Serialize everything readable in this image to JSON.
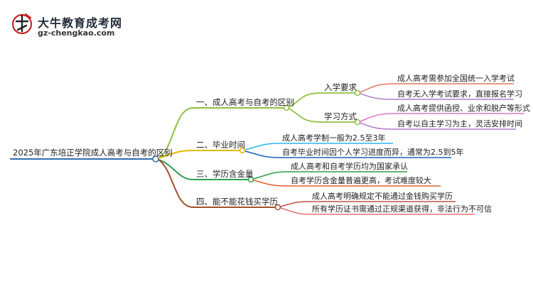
{
  "logo": {
    "title": "大牛教育成考网",
    "url": "gz-chengkao.com"
  },
  "mindmap": {
    "root": "2025年广东培正学院成人高考与自考的区别",
    "branches": [
      {
        "label": "一、成人高考与自考的区别",
        "color": "#8fbf3f",
        "children": [
          {
            "label": "入学要求",
            "color": "#8fbf3f",
            "leaves": [
              {
                "text": "成人高考需参加全国统一入学考试",
                "color": "#e07a5f"
              },
              {
                "text": "自考无入学考试要求，直接报名学习",
                "color": "#b07cc6"
              }
            ]
          },
          {
            "label": "学习方式",
            "color": "#8fbf3f",
            "leaves": [
              {
                "text": "成人高考提供函授、业余和脱产等形式",
                "color": "#e377c2"
              },
              {
                "text": "自考以自主学习为主，灵活安排时间",
                "color": "#b07cc6"
              }
            ]
          }
        ]
      },
      {
        "label": "二、毕业时间",
        "color": "#e6b800",
        "leaves": [
          {
            "text": "成人高考学制一般为2.5至3年",
            "color": "#29b6f6"
          },
          {
            "text": "自考毕业时间因个人学习进度而异，通常为2.5到5年",
            "color": "#1565c0"
          }
        ]
      },
      {
        "label": "三、学历含金量",
        "color": "#2e9e4f",
        "leaves": [
          {
            "text": "成人高考和自考学历均为国家承认",
            "color": "#2e9e4f"
          },
          {
            "text": "自考学历含金量普遍更高，考试难度较大",
            "color": "#e0602f"
          }
        ]
      },
      {
        "label": "四、能不能花钱买学历",
        "color": "#a0522d",
        "leaves": [
          {
            "text": "成人高考明确规定不能通过金钱购买学历",
            "color": "#c0504d"
          },
          {
            "text": "所有学历证书需通过正规渠道获得，非法行为不可信",
            "color": "#e57373"
          }
        ]
      }
    ]
  }
}
